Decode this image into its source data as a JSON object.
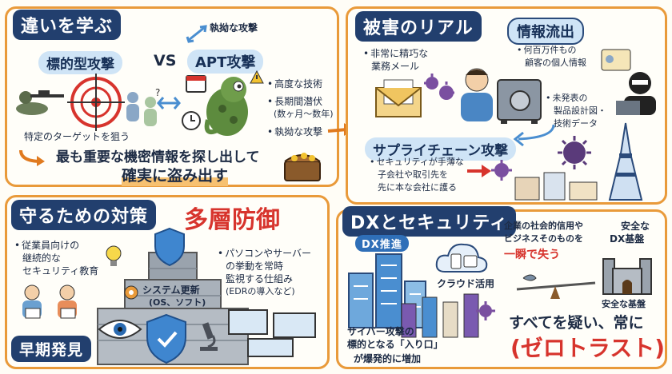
{
  "learn": {
    "header": "違いを学ぶ",
    "targeted": "標的型攻撃",
    "vs": "VS",
    "apt": "APT攻撃",
    "persistent_top": "執拗な攻撃",
    "target_text": "特定のターゲットを狙う",
    "apt_points": [
      "高度な技術",
      "長期間潜伏",
      "(数ヶ月〜数年)",
      "執拗な攻撃"
    ],
    "goal_line1": "最も重要な機密情報を探し出して",
    "goal_line2": "確実に盗み出す"
  },
  "damage": {
    "header": "被害のリアル",
    "email_label": [
      "非常に精巧な",
      "業務メール"
    ],
    "leak_header": "情報流出",
    "leak_points": [
      "何百万件もの",
      "顧客の個人情報",
      "未発表の",
      "製品設計図・",
      "技術データ"
    ],
    "supply_header": "サプライチェーン攻撃",
    "supply_text": [
      "セキュリティが手薄な",
      "子会社や取引先を",
      "先に本な会社に護る"
    ]
  },
  "defense": {
    "header": "守るための対策",
    "title": "多層防御",
    "education": [
      "従業員向けの",
      "継続的な",
      "セキュリティ教育"
    ],
    "early": "早期発見",
    "update": [
      "システム更新",
      "(OS、ソフト)"
    ],
    "monitor": [
      "パソコンやサーバー",
      "の挙動を常時",
      "監視する仕組み",
      "(EDRの導入など)"
    ]
  },
  "dx": {
    "header": "DXとセキュリティ",
    "dx_badge": "DX推進",
    "cloud": "クラウド活用",
    "entry": [
      "サイバー攻撃の",
      "標的となる「入り口」",
      "が爆発的に増加"
    ],
    "trust": [
      "企業の社会的信用や",
      "ビジネスそのものを",
      "一瞬で失う"
    ],
    "safe_dx": [
      "安全な",
      "DX基盤"
    ],
    "foundation": "安全な基盤",
    "doubt": "すべてを疑い、常に",
    "zero": "(ゼロトラスト)"
  },
  "colors": {
    "navy": "#223f6e",
    "orange": "#e99a3a",
    "light_blue": "#cfe4f6",
    "highlight": "#f7c170",
    "red": "#d7342d"
  }
}
